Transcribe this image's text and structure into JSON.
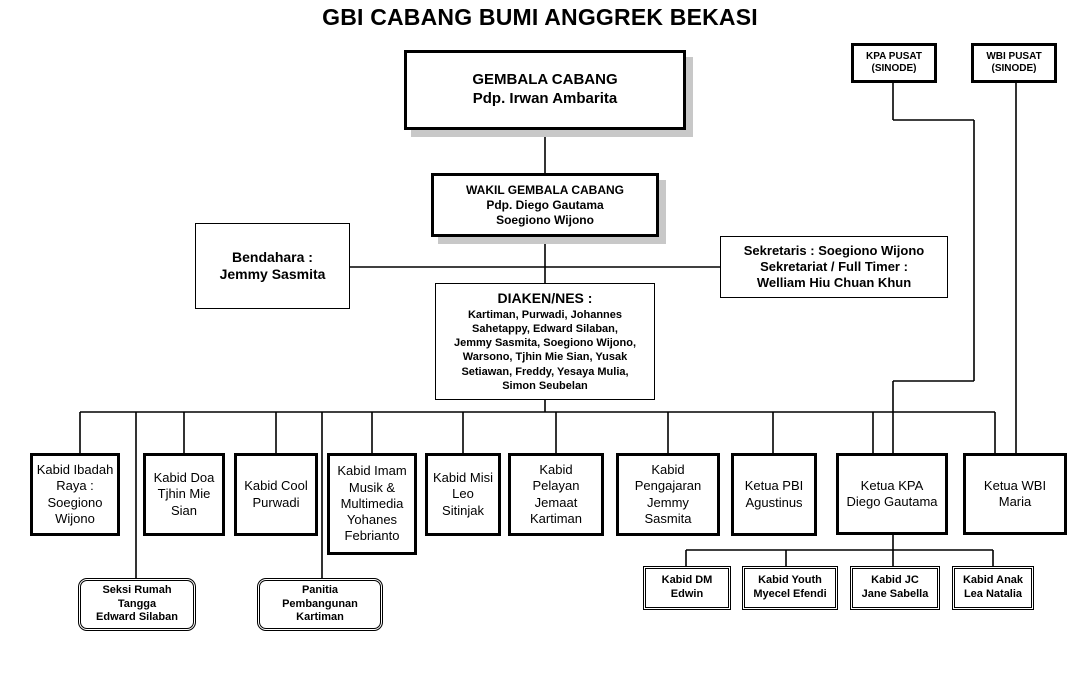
{
  "title": "GBI CABANG BUMI ANGGREK BEKASI",
  "pastor": {
    "line1": "GEMBALA CABANG",
    "line2": "Pdp. Irwan Ambarita"
  },
  "vice_pastor": {
    "line1": "WAKIL GEMBALA CABANG",
    "line2": "Pdp. Diego Gautama",
    "line3": "Soegiono Wijono"
  },
  "treasurer": {
    "line1": "Bendahara :",
    "line2": "Jemmy Sasmita"
  },
  "secretary": {
    "line1": "Sekretaris : Soegiono Wijono",
    "line2": "Sekretariat / Full Timer :",
    "line3": "Welliam Hiu Chuan Khun"
  },
  "deacons": {
    "heading": "DIAKEN/NES :",
    "lines": [
      "Kartiman, Purwadi, Johannes",
      "Sahetappy, Edward Silaban,",
      "Jemmy Sasmita, Soegiono Wijono,",
      "Warsono, Tjhin Mie Sian, Yusak",
      "Setiawan, Freddy, Yesaya Mulia,",
      "Simon Seubelan"
    ]
  },
  "kpa_pusat": {
    "line1": "KPA PUSAT",
    "line2": "(SINODE)"
  },
  "wbi_pusat": {
    "line1": "WBI PUSAT",
    "line2": "(SINODE)"
  },
  "divisions": [
    {
      "lines": [
        "Kabid Ibadah",
        "Raya :",
        "Soegiono",
        "Wijono"
      ]
    },
    {
      "lines": [
        "Kabid Doa",
        "Tjhin Mie",
        "Sian"
      ]
    },
    {
      "lines": [
        "Kabid Cool",
        "Purwadi"
      ]
    },
    {
      "lines": [
        "Kabid Imam",
        "Musik &",
        "Multimedia",
        "Yohanes",
        "Febrianto"
      ]
    },
    {
      "lines": [
        "Kabid Misi",
        "Leo",
        "Sitinjak"
      ]
    },
    {
      "lines": [
        "Kabid",
        "Pelayan",
        "Jemaat",
        "Kartiman"
      ]
    },
    {
      "lines": [
        "Kabid",
        "Pengajaran",
        "Jemmy",
        "Sasmita"
      ]
    },
    {
      "lines": [
        "Ketua PBI",
        "Agustinus"
      ]
    },
    {
      "lines": [
        "Ketua KPA",
        "Diego Gautama"
      ]
    },
    {
      "lines": [
        "Ketua WBI",
        "Maria"
      ]
    }
  ],
  "sections": [
    {
      "lines": [
        "Seksi Rumah",
        "Tangga",
        "Edward Silaban"
      ]
    },
    {
      "lines": [
        "Panitia",
        "Pembangunan",
        "Kartiman"
      ]
    }
  ],
  "kpa_subs": [
    {
      "lines": [
        "Kabid DM",
        "Edwin"
      ]
    },
    {
      "lines": [
        "Kabid Youth",
        "Myecel Efendi"
      ]
    },
    {
      "lines": [
        "Kabid JC",
        "Jane Sabella"
      ]
    },
    {
      "lines": [
        "Kabid Anak",
        "Lea Natalia"
      ]
    }
  ]
}
